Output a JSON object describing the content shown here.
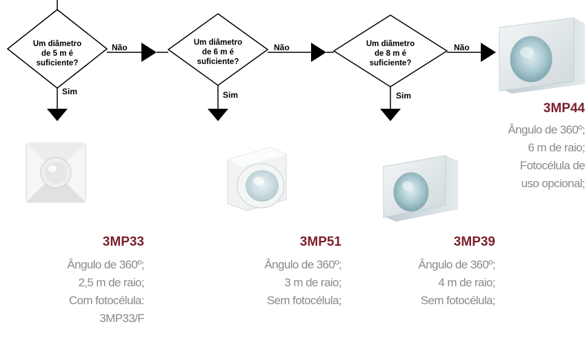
{
  "decisions": [
    {
      "lines": [
        "Um diâmetro",
        "de 5 m é",
        "suficiente?"
      ],
      "no_label": "Não",
      "yes_label": "Sim"
    },
    {
      "lines": [
        "Um diâmetro",
        "de 6 m é",
        "suficiente?"
      ],
      "no_label": "Não",
      "yes_label": "Sim"
    },
    {
      "lines": [
        "Um diâmetro",
        "de 8 m é",
        "suficiente?"
      ],
      "no_label": "Não",
      "yes_label": "Sim"
    }
  ],
  "products": [
    {
      "code": "3MP44",
      "specs": [
        "Ângulo de 360º;",
        "6 m de raio;",
        "Fotocélula de",
        "uso opcional;"
      ]
    },
    {
      "code": "3MP33",
      "specs": [
        "Ângulo de 360º;",
        "2,5 m de raio;",
        "Com fotocélula:",
        "3MP33/F"
      ]
    },
    {
      "code": "3MP51",
      "specs": [
        "Ângulo de 360º;",
        "3 m de raio;",
        "Sem fotocélula;"
      ]
    },
    {
      "code": "3MP39",
      "specs": [
        "Ângulo de 360º;",
        "4 m de raio;",
        "Sem fotocélula;"
      ]
    }
  ],
  "colors": {
    "code": "#7a1f2b",
    "spec": "#8a8a8a",
    "device_body": "#e4e9ea",
    "lens": "#b9d3d9"
  }
}
